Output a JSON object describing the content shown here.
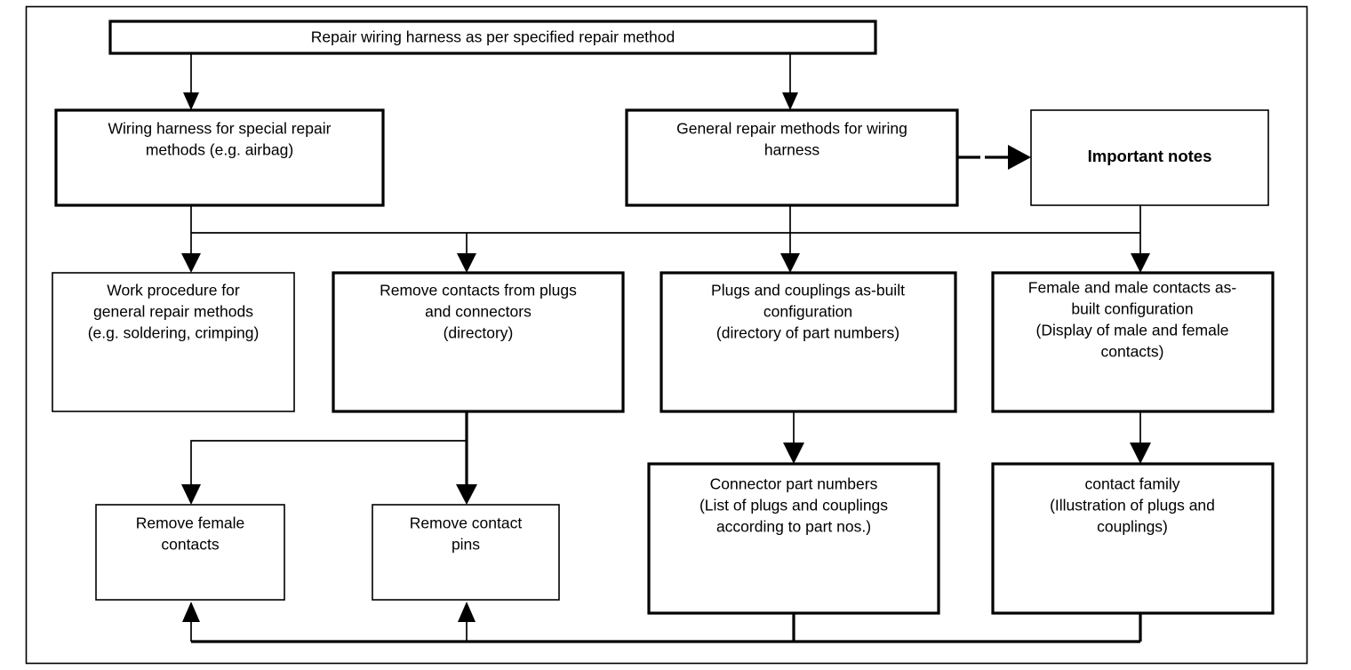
{
  "diagram": {
    "title": "Repair wiring harness flowchart",
    "type": "flowchart",
    "colors": {
      "background": "#ffffff",
      "stroke": "#000000",
      "text": "#000000"
    },
    "nodes": [
      {
        "id": "root",
        "lines": [
          "Repair wiring harness as per specified repair method"
        ],
        "bold": false,
        "border": "thick"
      },
      {
        "id": "special-methods",
        "lines": [
          "Wiring harness for special repair",
          "methods (e.g. airbag)"
        ],
        "bold": false,
        "border": "thick"
      },
      {
        "id": "general-methods",
        "lines": [
          "General repair methods for wiring",
          "harness"
        ],
        "bold": false,
        "border": "thick"
      },
      {
        "id": "important-notes",
        "lines": [
          "Important notes"
        ],
        "bold": true,
        "border": "thin"
      },
      {
        "id": "work-procedure",
        "lines": [
          "Work procedure for",
          "general repair methods",
          "(e.g. soldering, crimping)"
        ],
        "bold": false,
        "border": "thin"
      },
      {
        "id": "remove-contacts",
        "lines": [
          "Remove contacts from plugs",
          "and connectors",
          "(directory)"
        ],
        "bold": false,
        "border": "thick"
      },
      {
        "id": "plugs-couplings",
        "lines": [
          "Plugs and couplings as-built",
          "configuration",
          "(directory of part numbers)"
        ],
        "bold": false,
        "border": "thick"
      },
      {
        "id": "female-male-contacts",
        "lines": [
          "Female and male contacts as-",
          "built configuration",
          "(Display of male and female",
          "contacts)"
        ],
        "bold": false,
        "border": "thick"
      },
      {
        "id": "remove-female-contacts",
        "lines": [
          "Remove female",
          "contacts"
        ],
        "bold": false,
        "border": "thin"
      },
      {
        "id": "remove-contact-pins",
        "lines": [
          "Remove contact",
          "pins"
        ],
        "bold": false,
        "border": "thin"
      },
      {
        "id": "connector-part-numbers",
        "lines": [
          "Connector part numbers",
          "(List of plugs and couplings",
          "according to part nos.)"
        ],
        "bold": false,
        "border": "thick"
      },
      {
        "id": "contact-family",
        "lines": [
          "contact family",
          "(Illustration of plugs and",
          "couplings)"
        ],
        "bold": false,
        "border": "thick"
      }
    ],
    "edges": [
      {
        "from": "root",
        "to": "special-methods",
        "style": "solid"
      },
      {
        "from": "root",
        "to": "general-methods",
        "style": "solid"
      },
      {
        "from": "general-methods",
        "to": "important-notes",
        "style": "dashed"
      },
      {
        "from": "special-methods",
        "to": "work-procedure",
        "style": "solid"
      },
      {
        "from": "special-methods",
        "to": "remove-contacts",
        "style": "solid"
      },
      {
        "from": "general-methods",
        "to": "plugs-couplings",
        "style": "solid"
      },
      {
        "from": "important-notes",
        "to": "female-male-contacts",
        "style": "solid"
      },
      {
        "from": "remove-contacts",
        "to": "remove-female-contacts",
        "style": "solid"
      },
      {
        "from": "remove-contacts",
        "to": "remove-contact-pins",
        "style": "solid"
      },
      {
        "from": "plugs-couplings",
        "to": "connector-part-numbers",
        "style": "solid"
      },
      {
        "from": "female-male-contacts",
        "to": "contact-family",
        "style": "solid"
      },
      {
        "from": "connector-part-numbers",
        "to": "remove-female-contacts",
        "style": "solid"
      },
      {
        "from": "connector-part-numbers",
        "to": "remove-contact-pins",
        "style": "solid"
      },
      {
        "from": "contact-family",
        "to": "remove-female-contacts",
        "style": "solid"
      },
      {
        "from": "contact-family",
        "to": "remove-contact-pins",
        "style": "solid"
      }
    ]
  }
}
